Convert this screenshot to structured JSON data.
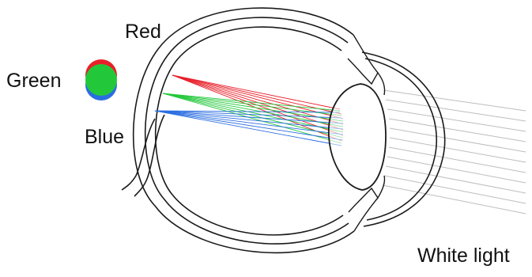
{
  "labels": {
    "red": "Red",
    "green": "Green",
    "blue": "Blue",
    "white_light": "White light"
  },
  "colors": {
    "red": "#e8202a",
    "green": "#22c83a",
    "blue": "#2b6ee0",
    "outline": "#1a1a1a",
    "light_rays": "#bdbdbd"
  },
  "icons": {
    "color_dot": "overlapping-color-circles-icon"
  }
}
